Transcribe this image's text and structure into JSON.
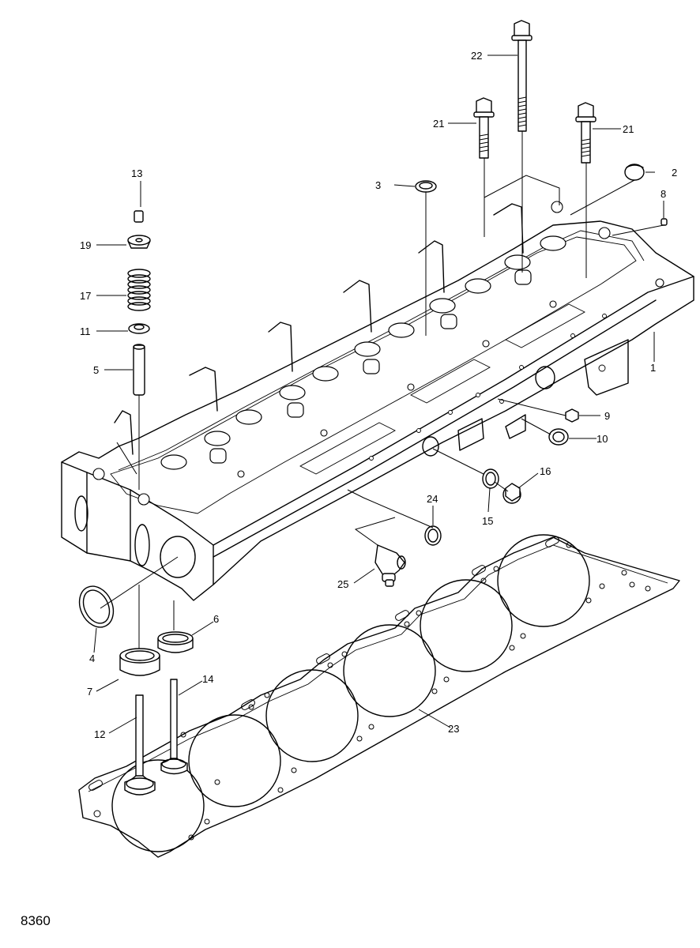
{
  "figure_id": "8360",
  "callouts": [
    {
      "id": "c1",
      "text": "1"
    },
    {
      "id": "c2",
      "text": "2"
    },
    {
      "id": "c3",
      "text": "3"
    },
    {
      "id": "c4",
      "text": "4"
    },
    {
      "id": "c5",
      "text": "5"
    },
    {
      "id": "c6",
      "text": "6"
    },
    {
      "id": "c7",
      "text": "7"
    },
    {
      "id": "c8",
      "text": "8"
    },
    {
      "id": "c9",
      "text": "9"
    },
    {
      "id": "c10",
      "text": "10"
    },
    {
      "id": "c11",
      "text": "11"
    },
    {
      "id": "c12",
      "text": "12"
    },
    {
      "id": "c13",
      "text": "13"
    },
    {
      "id": "c14",
      "text": "14"
    },
    {
      "id": "c15",
      "text": "15"
    },
    {
      "id": "c16",
      "text": "16"
    },
    {
      "id": "c17",
      "text": "17"
    },
    {
      "id": "c19",
      "text": "19"
    },
    {
      "id": "c21a",
      "text": "21"
    },
    {
      "id": "c21b",
      "text": "21"
    },
    {
      "id": "c22",
      "text": "22"
    },
    {
      "id": "c23",
      "text": "23"
    },
    {
      "id": "c24",
      "text": "24"
    },
    {
      "id": "c25",
      "text": "25"
    }
  ]
}
